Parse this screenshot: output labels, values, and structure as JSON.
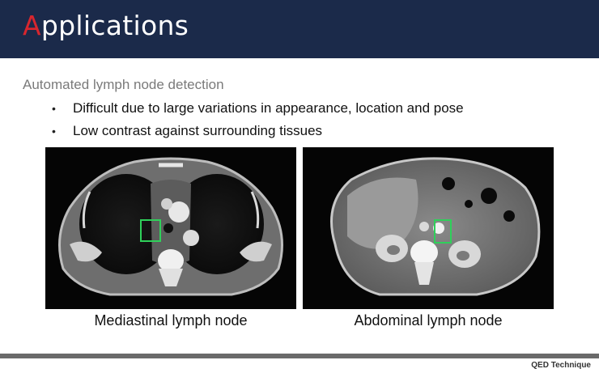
{
  "slide": {
    "title_first": "A",
    "title_rest": "pplications",
    "subtitle": "Automated lymph node detection",
    "bullets": [
      "Difficult due to large variations in appearance, location and pose",
      "Low contrast against surrounding tissues"
    ],
    "images": [
      {
        "caption": "Mediastinal lymph node"
      },
      {
        "caption": "Abdominal lymph node"
      }
    ],
    "brand": "QED Technique"
  },
  "colors": {
    "header_bg": "#1b2a4a",
    "title_accent": "#d7262e",
    "detection_box": "#2fd05a"
  }
}
